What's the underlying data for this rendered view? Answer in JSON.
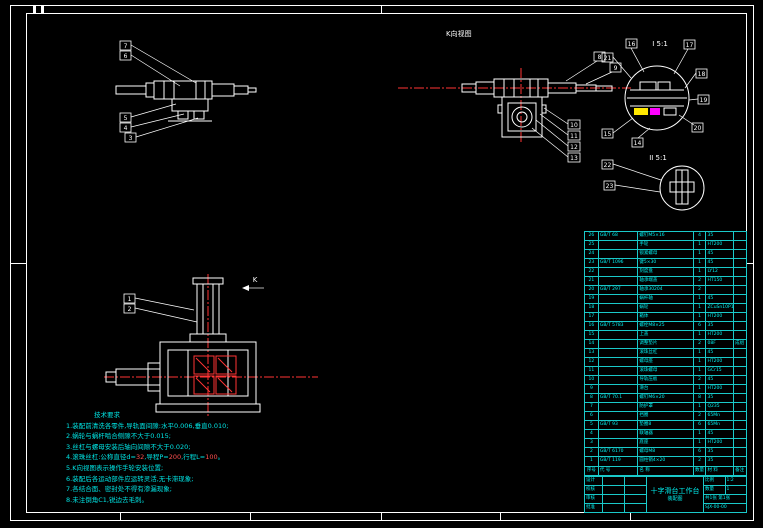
{
  "sheet": {
    "background": "#000000",
    "line_color": "#ffffff",
    "centerline_color": "#ff3434",
    "annotation_color": "#00e5e5",
    "highlight_yellow": "#ffe800",
    "highlight_magenta": "#ff00ff"
  },
  "labels": {
    "view_k": "K向视图",
    "detail_i": "I  5:1",
    "detail_ii": "II  5:1",
    "k_arrow": "K"
  },
  "callouts": {
    "v1": {
      "top": [
        "7",
        "6"
      ],
      "bottom": [
        "5",
        "4",
        "3"
      ]
    },
    "v2": {
      "top": [
        "8",
        "9"
      ],
      "stack": [
        "10",
        "11",
        "12",
        "13"
      ]
    },
    "c1": [
      "16",
      "17",
      "21",
      "18",
      "19",
      "20",
      "15",
      "14"
    ],
    "c2": [
      "22",
      "23"
    ],
    "v4": [
      "1",
      "2"
    ]
  },
  "notes": {
    "title": "技术要求",
    "lines_a": [
      "1.装配前清洗各零件,导轨面间隙:水平0.006,垂直0.010;",
      "2.蜗轮与蜗杆啮合侧隙不大于0.015;",
      "3.丝杠与螺母安装后轴向间隙不大于0.020;"
    ],
    "l4": [
      "4.滚珠丝杠:公称直径d=",
      "32",
      ",导程P=",
      "200",
      ",行程L=",
      "100",
      "。"
    ],
    "lines_b": [
      "5.K向视图表示操作手轮安装位置;",
      "6.装配后各运动部件应运转灵活,无卡滞现象;",
      "7.各结合面、密封处不得有渗漏现象;",
      "8.未注倒角C1,锐边去毛刺。"
    ]
  },
  "bom": {
    "header": {
      "no": "序号",
      "code": "代 号",
      "name": "名  称",
      "qty": "数量",
      "material": "材 料",
      "remark": "备注"
    },
    "rows": [
      {
        "no": "26",
        "code": "GB/T 68",
        "name": "螺钉M5×16",
        "qty": "4",
        "material": "35",
        "remark": ""
      },
      {
        "no": "25",
        "code": "",
        "name": "手轮",
        "qty": "1",
        "material": "HT200",
        "remark": ""
      },
      {
        "no": "24",
        "code": "",
        "name": "锁紧螺母",
        "qty": "1",
        "material": "45",
        "remark": ""
      },
      {
        "no": "23",
        "code": "GB/T 1096",
        "name": "键5×30",
        "qty": "1",
        "material": "45",
        "remark": ""
      },
      {
        "no": "22",
        "code": "",
        "name": "刻度盘",
        "qty": "1",
        "material": "LY12",
        "remark": ""
      },
      {
        "no": "21",
        "code": "",
        "name": "轴承端盖",
        "qty": "2",
        "material": "HT150",
        "remark": ""
      },
      {
        "no": "20",
        "code": "GB/T 297",
        "name": "轴承30204",
        "qty": "2",
        "material": "",
        "remark": ""
      },
      {
        "no": "19",
        "code": "",
        "name": "蜗杆轴",
        "qty": "1",
        "material": "45",
        "remark": ""
      },
      {
        "no": "18",
        "code": "",
        "name": "蜗轮",
        "qty": "1",
        "material": "ZCuSn10P1",
        "remark": ""
      },
      {
        "no": "17",
        "code": "",
        "name": "箱体",
        "qty": "1",
        "material": "HT200",
        "remark": ""
      },
      {
        "no": "16",
        "code": "GB/T 5783",
        "name": "螺栓M8×25",
        "qty": "6",
        "material": "35",
        "remark": ""
      },
      {
        "no": "15",
        "code": "",
        "name": "上盖",
        "qty": "1",
        "material": "HT200",
        "remark": ""
      },
      {
        "no": "14",
        "code": "",
        "name": "调整垫片",
        "qty": "2",
        "material": "08F",
        "remark": "成组"
      },
      {
        "no": "13",
        "code": "",
        "name": "滚珠丝杠",
        "qty": "1",
        "material": "45",
        "remark": ""
      },
      {
        "no": "12",
        "code": "",
        "name": "螺母座",
        "qty": "1",
        "material": "HT200",
        "remark": ""
      },
      {
        "no": "11",
        "code": "",
        "name": "滚珠螺母",
        "qty": "1",
        "material": "GCr15",
        "remark": ""
      },
      {
        "no": "10",
        "code": "",
        "name": "导轨压板",
        "qty": "2",
        "material": "45",
        "remark": ""
      },
      {
        "no": "9",
        "code": "",
        "name": "滑台",
        "qty": "1",
        "material": "HT200",
        "remark": ""
      },
      {
        "no": "8",
        "code": "GB/T 70.1",
        "name": "螺钉M6×20",
        "qty": "8",
        "material": "35",
        "remark": ""
      },
      {
        "no": "7",
        "code": "",
        "name": "防护罩",
        "qty": "1",
        "material": "Q235",
        "remark": ""
      },
      {
        "no": "6",
        "code": "",
        "name": "挡圈",
        "qty": "2",
        "material": "65Mn",
        "remark": ""
      },
      {
        "no": "5",
        "code": "GB/T 93",
        "name": "垫圈8",
        "qty": "6",
        "material": "65Mn",
        "remark": ""
      },
      {
        "no": "4",
        "code": "",
        "name": "联轴器",
        "qty": "1",
        "material": "45",
        "remark": ""
      },
      {
        "no": "3",
        "code": "",
        "name": "底座",
        "qty": "1",
        "material": "HT200",
        "remark": ""
      },
      {
        "no": "2",
        "code": "GB/T 6170",
        "name": "螺母M8",
        "qty": "6",
        "material": "35",
        "remark": ""
      },
      {
        "no": "1",
        "code": "GB/T 119",
        "name": "圆柱销4×20",
        "qty": "2",
        "material": "35",
        "remark": ""
      }
    ]
  },
  "titleblock": {
    "title": "十字滑台工作台",
    "subtitle": "装配图",
    "sign_rows": [
      "设计",
      "校核",
      "审核",
      "批准"
    ],
    "scale_label": "比例",
    "scale": "1:2",
    "qty_label": "数量",
    "qty": "1",
    "sheet": "共1张 第1张",
    "drawing_no": "SJX-00-00"
  }
}
